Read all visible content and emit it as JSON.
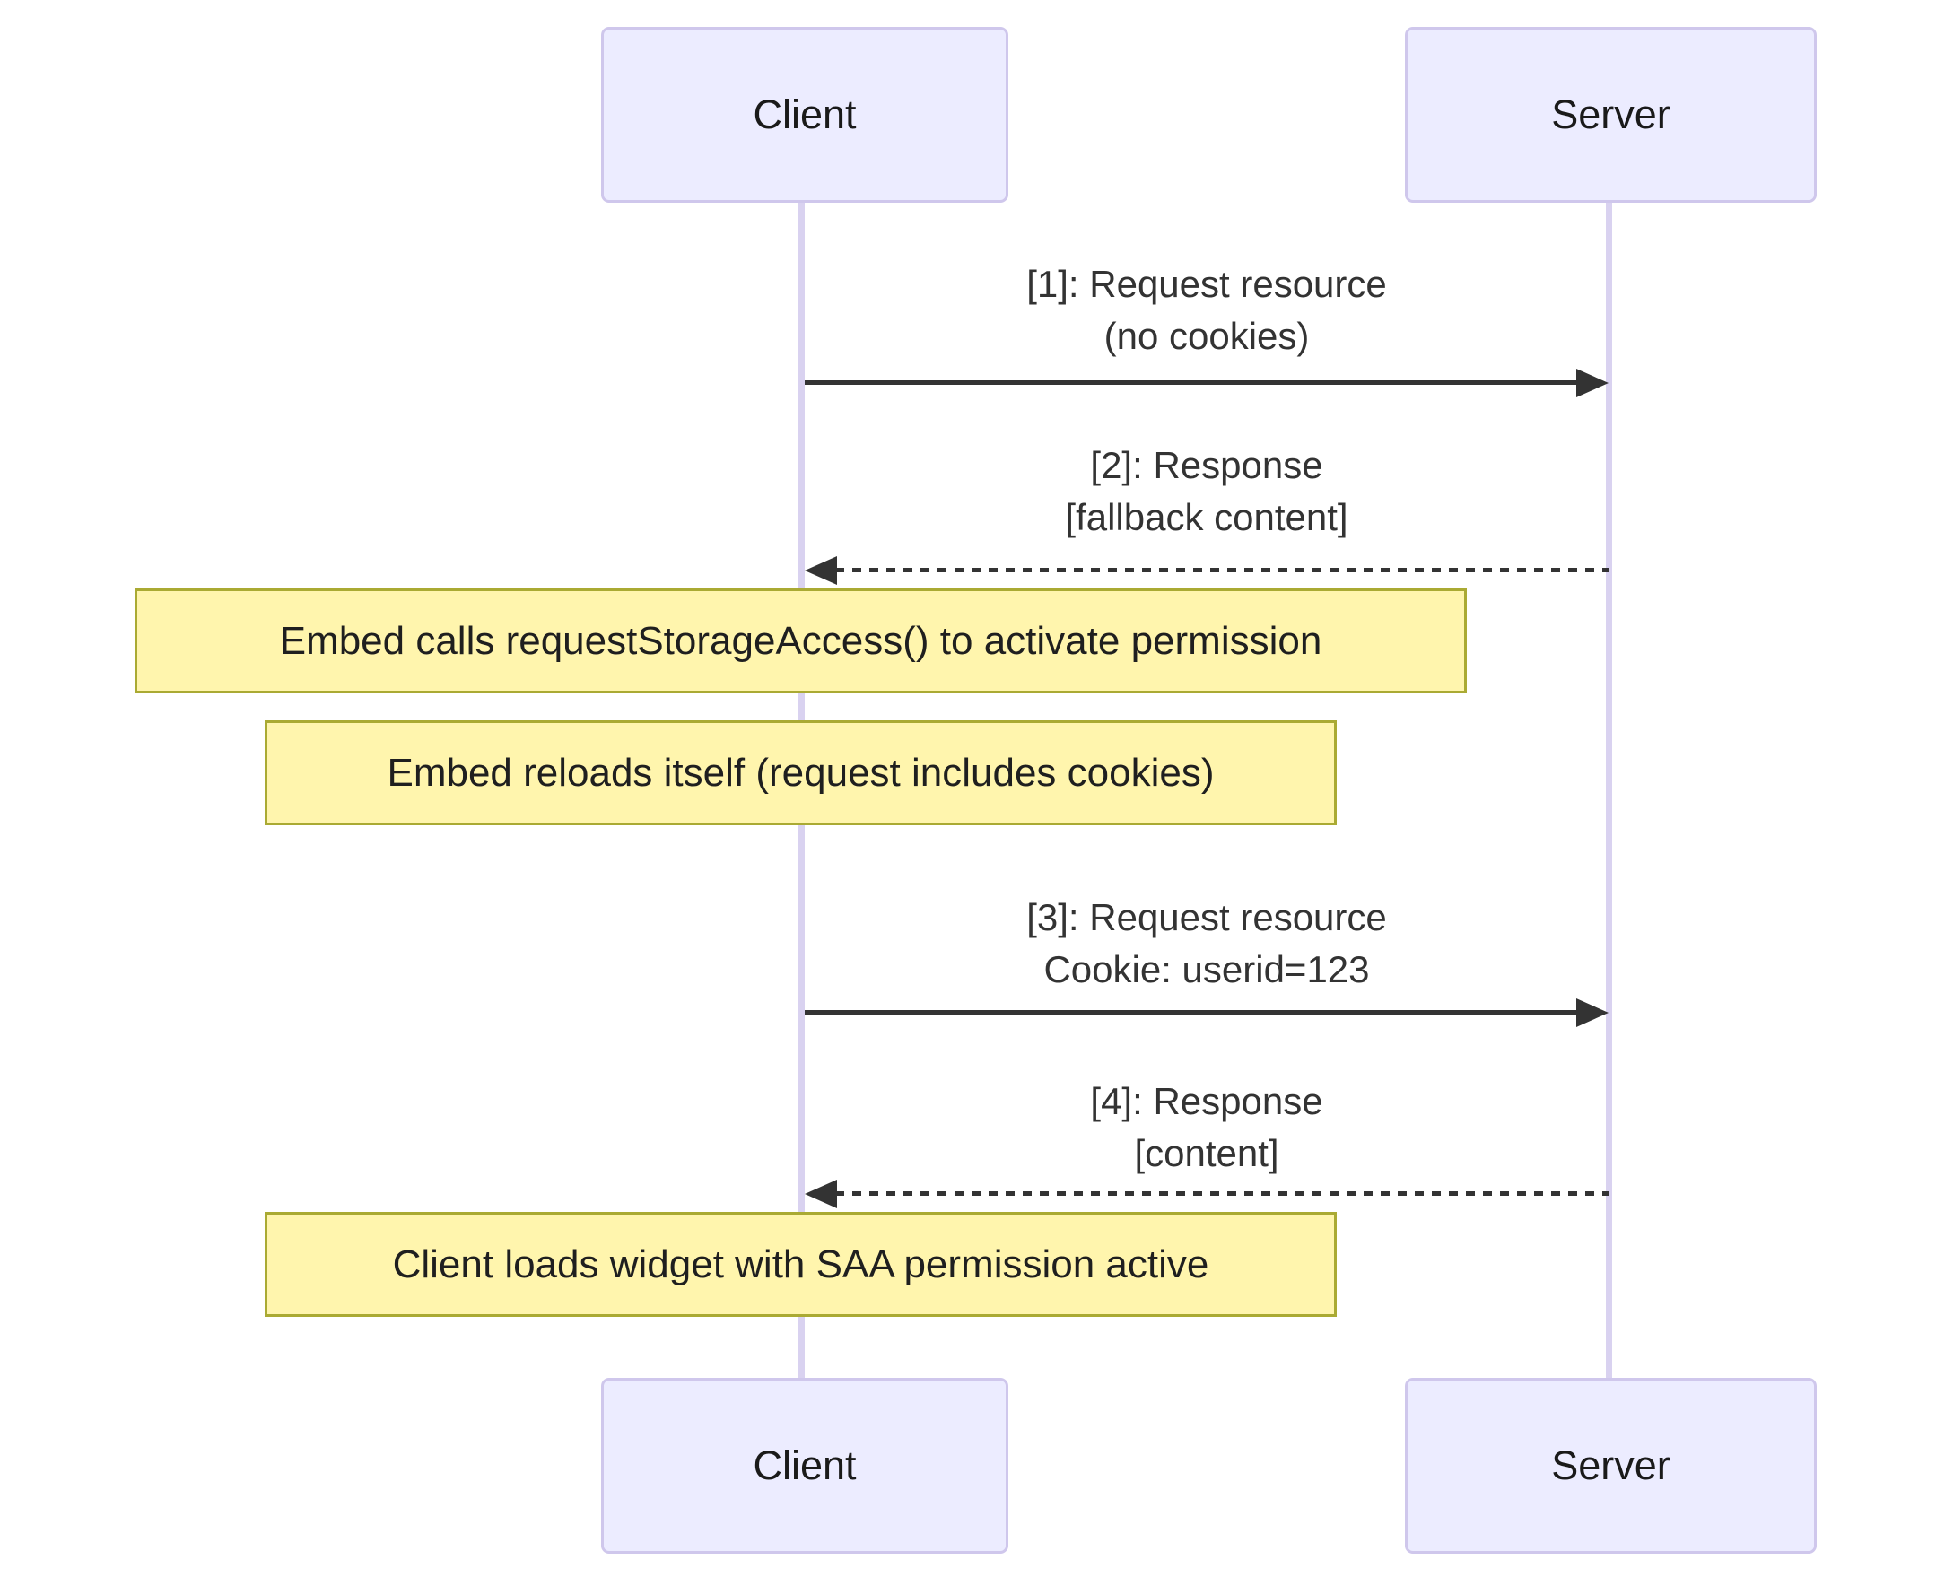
{
  "actors": {
    "client": {
      "label": "Client"
    },
    "server": {
      "label": "Server"
    }
  },
  "messages": [
    {
      "line1": "[1]: Request resource",
      "line2": "(no cookies)",
      "from": "client",
      "to": "server",
      "style": "solid"
    },
    {
      "line1": "[2]: Response",
      "line2": "[fallback content]",
      "from": "server",
      "to": "client",
      "style": "dashed"
    },
    {
      "line1": "[3]: Request resource",
      "line2": "Cookie: userid=123",
      "from": "client",
      "to": "server",
      "style": "solid"
    },
    {
      "line1": "[4]: Response",
      "line2": "[content]",
      "from": "server",
      "to": "client",
      "style": "dashed"
    }
  ],
  "notes": [
    {
      "text": "Embed calls requestStorageAccess() to activate permission"
    },
    {
      "text": "Embed reloads itself (request includes cookies)"
    },
    {
      "text": "Client loads widget with SAA permission active"
    }
  ],
  "colors": {
    "background": "#FFFFFF",
    "actor_fill": "#ECECFF",
    "actor_border": "#CFC7EC",
    "actor_text": "#1A1A1A",
    "lifeline": "#D9D2F0",
    "note_fill": "#FFF5AD",
    "note_border": "#AAAA33",
    "note_text": "#1F1F1F",
    "message_text": "#333333",
    "arrow": "#333333"
  }
}
